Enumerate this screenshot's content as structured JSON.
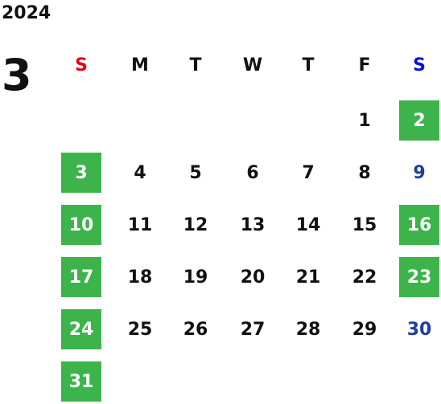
{
  "year": "2024",
  "month": "3",
  "weekdays": [
    "S",
    "M",
    "T",
    "W",
    "T",
    "F",
    "S"
  ],
  "weekday_colors": [
    "#e60012",
    "#111111",
    "#111111",
    "#111111",
    "#111111",
    "#111111",
    "#0015d4"
  ],
  "colors": {
    "holiday_bg": "#3cb44b",
    "holiday_text": "#ffffff",
    "saturday_text": "#1e3f9a",
    "default_text": "#111111"
  },
  "days": [
    {
      "day": "1",
      "col": 5,
      "row": 0,
      "holiday": false
    },
    {
      "day": "2",
      "col": 6,
      "row": 0,
      "holiday": true
    },
    {
      "day": "3",
      "col": 0,
      "row": 1,
      "holiday": true
    },
    {
      "day": "4",
      "col": 1,
      "row": 1,
      "holiday": false
    },
    {
      "day": "5",
      "col": 2,
      "row": 1,
      "holiday": false
    },
    {
      "day": "6",
      "col": 3,
      "row": 1,
      "holiday": false
    },
    {
      "day": "7",
      "col": 4,
      "row": 1,
      "holiday": false
    },
    {
      "day": "8",
      "col": 5,
      "row": 1,
      "holiday": false
    },
    {
      "day": "9",
      "col": 6,
      "row": 1,
      "holiday": false
    },
    {
      "day": "10",
      "col": 0,
      "row": 2,
      "holiday": true
    },
    {
      "day": "11",
      "col": 1,
      "row": 2,
      "holiday": false
    },
    {
      "day": "12",
      "col": 2,
      "row": 2,
      "holiday": false
    },
    {
      "day": "13",
      "col": 3,
      "row": 2,
      "holiday": false
    },
    {
      "day": "14",
      "col": 4,
      "row": 2,
      "holiday": false
    },
    {
      "day": "15",
      "col": 5,
      "row": 2,
      "holiday": false
    },
    {
      "day": "16",
      "col": 6,
      "row": 2,
      "holiday": true
    },
    {
      "day": "17",
      "col": 0,
      "row": 3,
      "holiday": true
    },
    {
      "day": "18",
      "col": 1,
      "row": 3,
      "holiday": false
    },
    {
      "day": "19",
      "col": 2,
      "row": 3,
      "holiday": false
    },
    {
      "day": "20",
      "col": 3,
      "row": 3,
      "holiday": false
    },
    {
      "day": "21",
      "col": 4,
      "row": 3,
      "holiday": false
    },
    {
      "day": "22",
      "col": 5,
      "row": 3,
      "holiday": false
    },
    {
      "day": "23",
      "col": 6,
      "row": 3,
      "holiday": true
    },
    {
      "day": "24",
      "col": 0,
      "row": 4,
      "holiday": true
    },
    {
      "day": "25",
      "col": 1,
      "row": 4,
      "holiday": false
    },
    {
      "day": "26",
      "col": 2,
      "row": 4,
      "holiday": false
    },
    {
      "day": "27",
      "col": 3,
      "row": 4,
      "holiday": false
    },
    {
      "day": "28",
      "col": 4,
      "row": 4,
      "holiday": false
    },
    {
      "day": "29",
      "col": 5,
      "row": 4,
      "holiday": false
    },
    {
      "day": "30",
      "col": 6,
      "row": 4,
      "holiday": false
    },
    {
      "day": "31",
      "col": 0,
      "row": 5,
      "holiday": true
    }
  ]
}
